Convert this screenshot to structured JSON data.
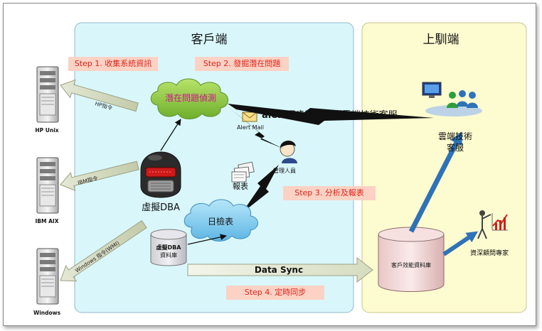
{
  "regions": {
    "client": "客戶端",
    "cloud": "上馴端"
  },
  "steps": {
    "s1": "Step 1. 收集系統資訊",
    "s2": "Step 2. 發掘潛在問題",
    "s3": "Step 3. 分析及報表",
    "s4": "Step 4. 定時同步"
  },
  "servers": {
    "hp": "HP Unix",
    "ibm": "IBM AIX",
    "win": "Windows"
  },
  "commands": {
    "hp": "HP指令",
    "ibm": "IBM指令",
    "win": "Windows 指令(WMI)"
  },
  "nodes": {
    "detect": "潛在問題偵測",
    "vdba": "虛擬DBA",
    "check": "日檢表",
    "vdba_db_line1": "虛擬DBA",
    "vdba_db_line2": "資料庫",
    "report": "報表",
    "admin": "管理人員",
    "alert_mail": "Alert Mail",
    "alert_bold": "alert",
    "alert_rest": "同步通知上馴雲端技術客服",
    "sync": "Data Sync",
    "cust_db": "客戶效能資料庫",
    "cloud_cs_line1": "雲端技術",
    "cloud_cs_line2": "客服",
    "consultant": "資深顧問專家"
  },
  "colors": {
    "client_fill": "#d9f7fb",
    "cloud_fill": "#fdfbd0",
    "step_bg": "#fbd2c4",
    "step_text": "#e2231a",
    "detect_fill": "#9bd24a",
    "detect_text": "#d0148a",
    "check_fill": "#8fd0f0",
    "arrow_blue": "#2e72b8"
  }
}
